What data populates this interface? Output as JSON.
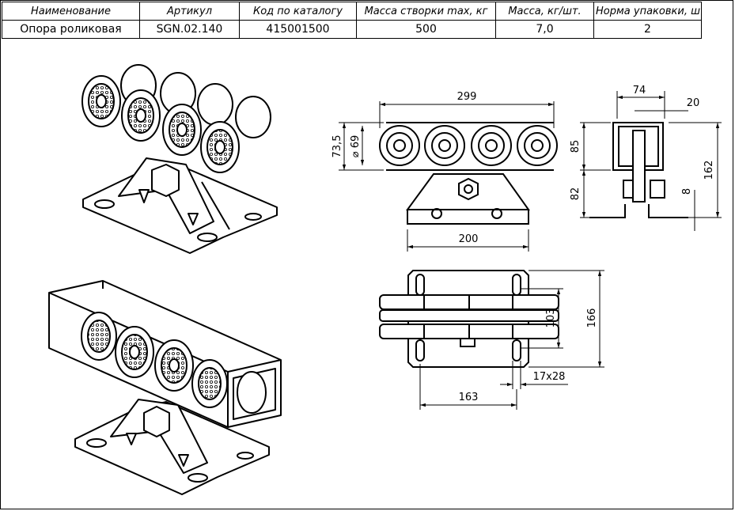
{
  "table": {
    "headers": [
      "Наименование",
      "Артикул",
      "Код по каталогу",
      "Масса створки max, кг",
      "Масса, кг/шт.",
      "Норма упаковки, шт."
    ],
    "row": [
      "Опора роликовая",
      "SGN.02.140",
      "415001500",
      "500",
      "7,0",
      "2"
    ]
  },
  "dimensions": {
    "front_width": "299",
    "front_height": "73,5",
    "wheel_diameter": "⌀ 69",
    "base_width": "200",
    "side_width": "74",
    "side_gap": "20",
    "side_upper": "85",
    "side_lower": "82",
    "side_total": "162",
    "side_base": "8",
    "plate_height": "103",
    "plate_total": "166",
    "slot": "17x28",
    "hole_spacing": "163"
  }
}
